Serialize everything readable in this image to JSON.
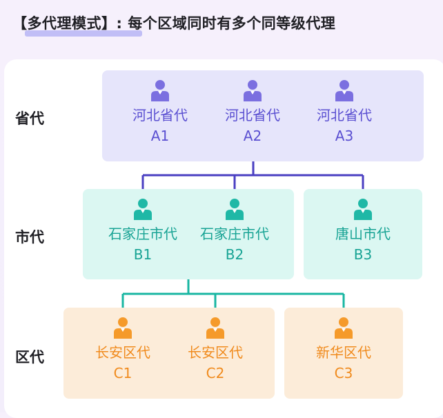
{
  "title": "【多代理模式】: 每个区域同时有多个同等级代理",
  "levels": {
    "province": "省代",
    "city": "市代",
    "district": "区代"
  },
  "province_agents": [
    {
      "name": "河北省代",
      "code": "A1"
    },
    {
      "name": "河北省代",
      "code": "A2"
    },
    {
      "name": "河北省代",
      "code": "A3"
    }
  ],
  "city_agents": [
    {
      "name": "石家庄市代",
      "code": "B1"
    },
    {
      "name": "石家庄市代",
      "code": "B2"
    },
    {
      "name": "唐山市代",
      "code": "B3"
    }
  ],
  "district_agents": [
    {
      "name": "长安区代",
      "code": "C1"
    },
    {
      "name": "长安区代",
      "code": "C2"
    },
    {
      "name": "新华区代",
      "code": "C3"
    }
  ],
  "colors": {
    "province": "#7b6fe0",
    "city": "#1fb8a6",
    "district": "#f59a2a",
    "province_line": "#4a3fc2",
    "city_line": "#18b6a2"
  },
  "icons": {
    "agent": "person-icon"
  }
}
